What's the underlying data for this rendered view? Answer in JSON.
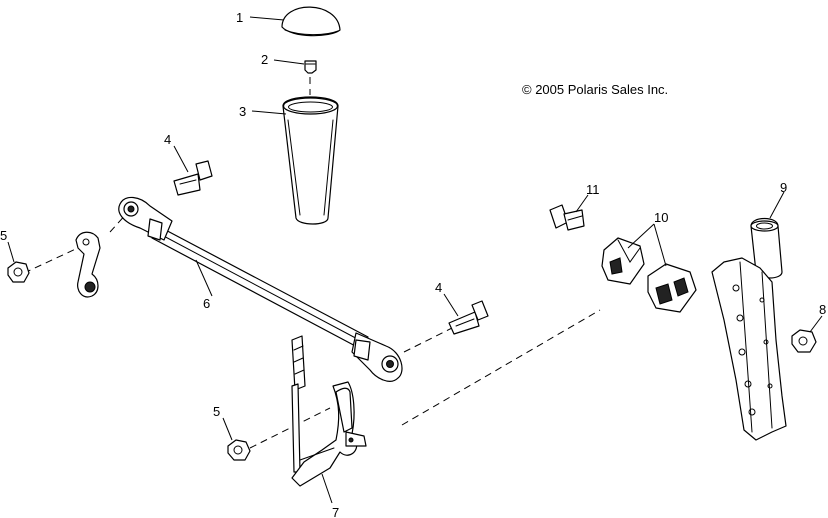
{
  "copyright": "© 2005 Polaris Sales Inc.",
  "callouts": [
    {
      "id": "c1",
      "text": "1"
    },
    {
      "id": "c2",
      "text": "2"
    },
    {
      "id": "c3",
      "text": "3"
    },
    {
      "id": "c4a",
      "text": "4"
    },
    {
      "id": "c4b",
      "text": "4"
    },
    {
      "id": "c5a",
      "text": "5"
    },
    {
      "id": "c5b",
      "text": "5"
    },
    {
      "id": "c6",
      "text": "6"
    },
    {
      "id": "c7",
      "text": "7"
    },
    {
      "id": "c8",
      "text": "8"
    },
    {
      "id": "c9",
      "text": "9"
    },
    {
      "id": "c10",
      "text": "10"
    },
    {
      "id": "c11",
      "text": "11"
    }
  ]
}
